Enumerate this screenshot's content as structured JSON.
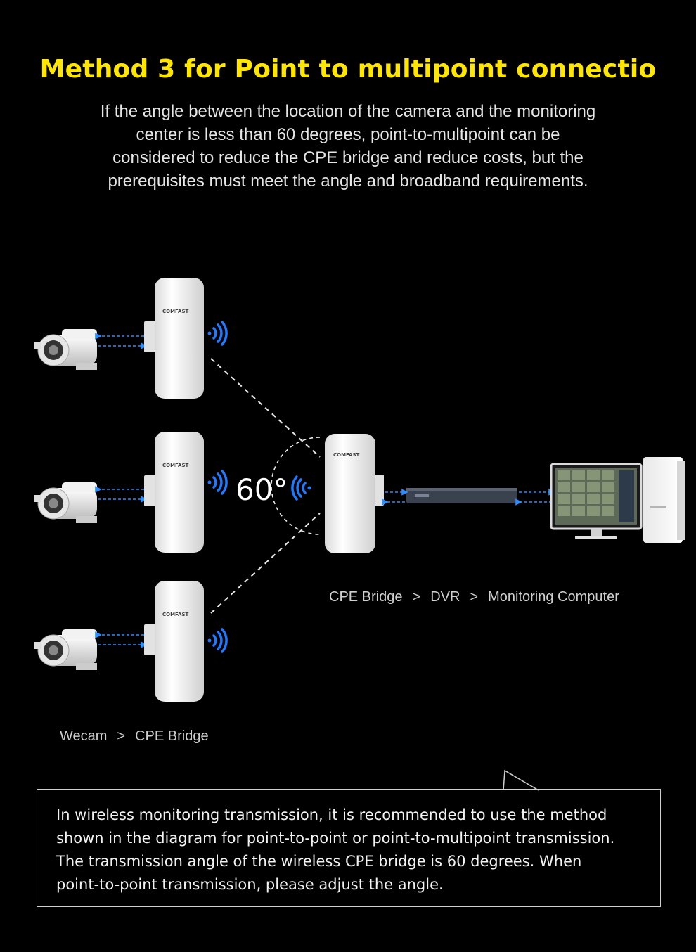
{
  "title": "Method 3 for Point to multipoint connectio",
  "intro_lines": [
    "If the angle between the location of the camera and the monitoring",
    "center is less than 60 degrees, point-to-multipoint can be",
    "considered to reduce the CPE bridge and reduce costs, but the",
    "prerequisites must meet the angle and broadband requirements."
  ],
  "angle_label": "60°",
  "device_brand": "COMFAST",
  "right_chain": {
    "item1": "CPE Bridge",
    "sep1": ">",
    "item2": "DVR",
    "sep2": ">",
    "item3": "Monitoring Computer"
  },
  "left_chain": {
    "item1": "Wecam",
    "sep1": ">",
    "item2": "CPE Bridge"
  },
  "note_lines": [
    "In wireless monitoring transmission, it is recommended to use the method",
    "shown in the diagram for point-to-point or point-to-multipoint transmission.",
    "The transmission angle of the wireless CPE bridge is 60 degrees. When",
    "point-to-point transmission,  please adjust the angle."
  ],
  "colors": {
    "title": "#ffe600",
    "signal": "#1e7bff",
    "link_arrow": "#2a8cff",
    "background": "#000000"
  }
}
